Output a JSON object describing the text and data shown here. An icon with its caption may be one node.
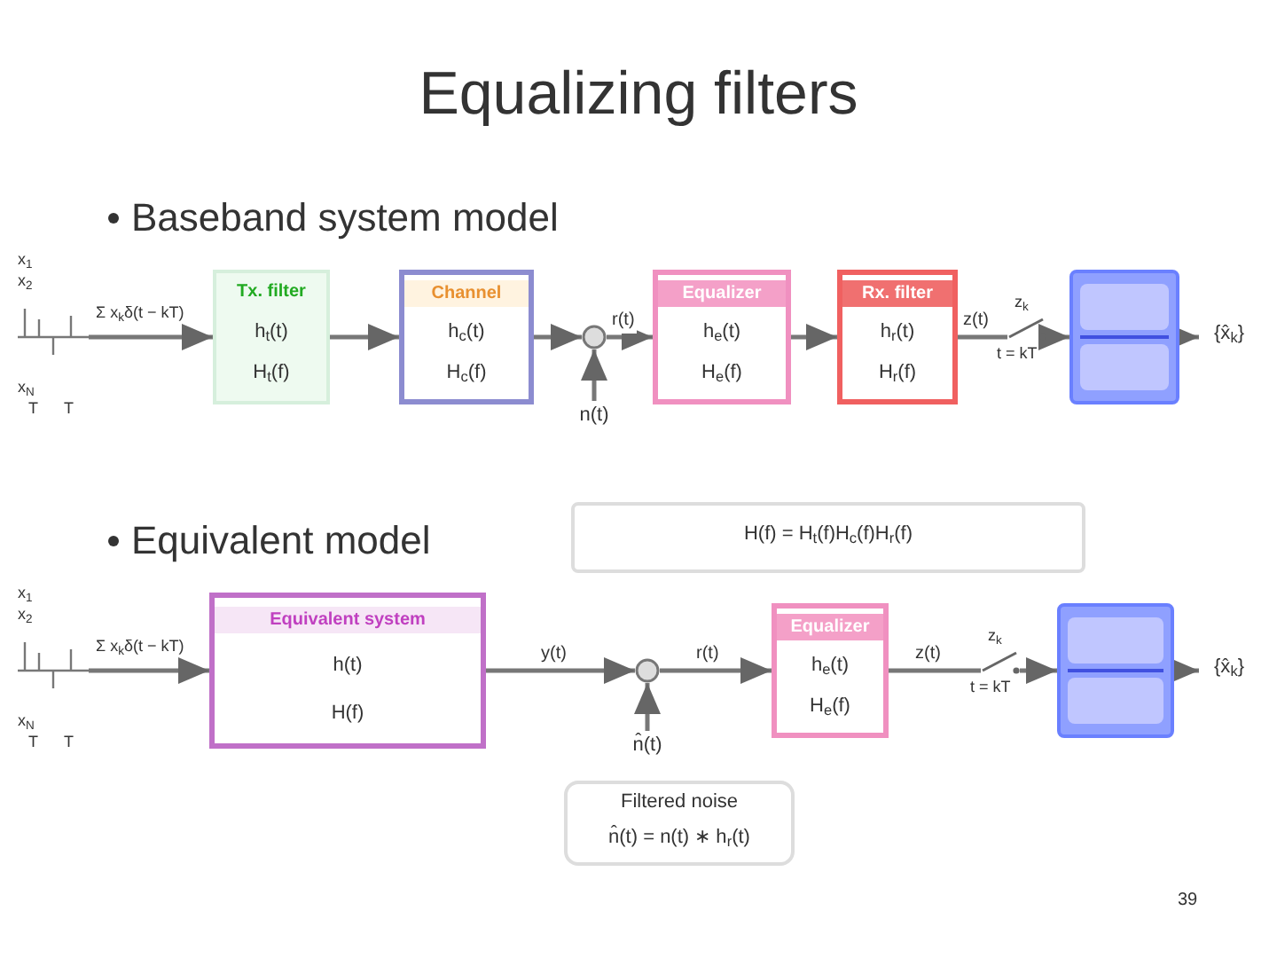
{
  "diagram": {
    "title": "Equalizing filters",
    "nodes": [
      {
        "text": [],
        "shape": "picture"
      },
      {
        "text": [
          "Tx. filter",
          "h$_{t}$(t)",
          "H$_{t}$(f)"
        ]
      },
      {
        "text": [
          "Channel",
          "h$_{c}$(t)",
          "H$_{c}$(f)"
        ]
      },
      {
        "text": [],
        "shape": "circle"
      },
      {
        "text": [
          "n(t)"
        ]
      },
      {
        "text": [
          "Equalizer",
          "h$_{e}$(t)",
          "H$_{e}$(f)"
        ]
      },
      {
        "text": [
          "Rx. filter",
          "h$_{r}$(t)",
          "H$_{r}$(f)"
        ]
      },
      {
        "text": [],
        "shape": "switch",
        "beside": [
          "z$_{k}$",
          "t = kT"
        ]
      },
      {
        "text": [],
        "shape": "box"
      },
      {
        "text": [
          "{x̂$_{k}$}"
        ]
      },
      {
        "text": [],
        "shape": "picture"
      },
      {
        "text": [
          "Equivalent system",
          "h(t)",
          "H(f)"
        ]
      },
      {
        "text": [],
        "shape": "circle"
      },
      {
        "text": [
          "n̂(t)"
        ]
      },
      {
        "text": [
          "Equalizer",
          "h$_{e}$(t)",
          "H$_{e}$(f)"
        ]
      },
      {
        "text": [],
        "shape": "switch",
        "beside": [
          "z$_{k}$",
          "t = kT"
        ]
      },
      {
        "text": [],
        "shape": "box"
      },
      {
        "text": [
          "{x̂$_{k}$}"
        ]
      },
      {
        "text": [
          "Filtered noise",
          "n̂(t) = n(t) ∗ h$_{r}$(t)"
        ]
      },
      {
        "text": [
          "H(f) = H$_{t}$(f)H$_{c}$(f)H$_{r}$(f)"
        ]
      }
    ],
    "edges": [
      {
        "from": 0,
        "to": 1,
        "arrow": "to"
      },
      {
        "from": 1,
        "to": 2,
        "arrow": "to"
      },
      {
        "from": 2,
        "to": 3,
        "arrow": "to"
      },
      {
        "from": 4,
        "to": 3,
        "arrow": "to"
      },
      {
        "from": 3,
        "to": 5,
        "label": "r(t)",
        "arrow": "to"
      },
      {
        "from": 5,
        "to": 6,
        "arrow": "to"
      },
      {
        "from": 6,
        "to": 7,
        "label": "z(t)",
        "arrow": "none"
      },
      {
        "from": 7,
        "to": 8,
        "arrow": "to"
      },
      {
        "from": 8,
        "to": 9,
        "arrow": "to"
      },
      {
        "from": 10,
        "to": 11,
        "arrow": "to"
      },
      {
        "from": 11,
        "to": 12,
        "label": "y(t)",
        "arrow": "to"
      },
      {
        "from": 13,
        "to": 12,
        "arrow": "to"
      },
      {
        "from": 12,
        "to": 14,
        "label": "r(t)",
        "arrow": "to"
      },
      {
        "from": 14,
        "to": 15,
        "label": "z(t)",
        "arrow": "none"
      },
      {
        "from": 15,
        "to": 16,
        "arrow": "to"
      },
      {
        "from": 16,
        "to": 17,
        "arrow": "to"
      }
    ],
    "labels": [
      "Baseband system model",
      "x$_{1}$",
      "x$_{2}$",
      "x$_{N}$",
      "T",
      "T",
      "Σ x$_{k}$δ(t − kT)",
      "Equivalent model",
      "x$_{1}$",
      "x$_{2}$",
      "x$_{N}$",
      "T",
      "T",
      "Σ x$_{k}$δ(t − kT)",
      "39"
    ]
  }
}
